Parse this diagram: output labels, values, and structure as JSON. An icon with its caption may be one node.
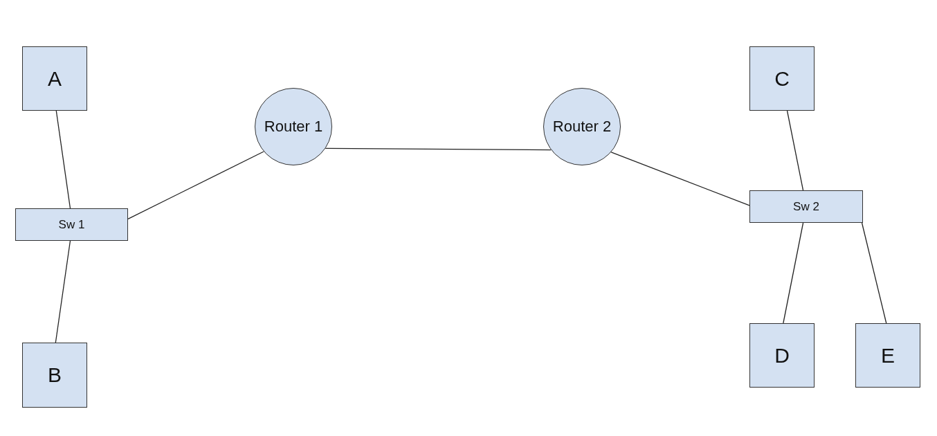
{
  "diagram": {
    "nodes": [
      {
        "text": [
          "A"
        ]
      },
      {
        "text": [
          "B"
        ]
      },
      {
        "text": [
          "Sw 1"
        ]
      },
      {
        "text": [
          "Router 1"
        ]
      },
      {
        "text": [
          "Router 2"
        ]
      },
      {
        "text": [
          "C"
        ]
      },
      {
        "text": [
          "Sw 2"
        ]
      },
      {
        "text": [
          "D"
        ]
      },
      {
        "text": [
          "E"
        ]
      }
    ],
    "edges": [
      {
        "from": 0,
        "to": 2,
        "arrow": "none"
      },
      {
        "from": 2,
        "to": 1,
        "arrow": "none"
      },
      {
        "from": 2,
        "to": 3,
        "arrow": "none"
      },
      {
        "from": 3,
        "to": 4,
        "arrow": "none"
      },
      {
        "from": 4,
        "to": 6,
        "arrow": "none"
      },
      {
        "from": 5,
        "to": 6,
        "arrow": "none"
      },
      {
        "from": 6,
        "to": 7,
        "arrow": "none"
      },
      {
        "from": 6,
        "to": 8,
        "arrow": "none"
      }
    ]
  }
}
